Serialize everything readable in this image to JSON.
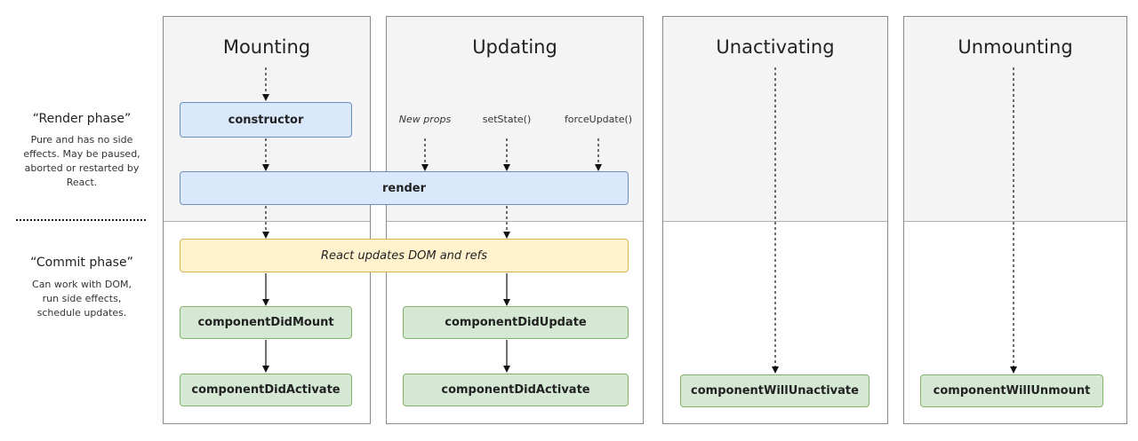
{
  "phases": {
    "render": {
      "title": "“Render phase”",
      "description": [
        "Pure and has no side",
        "effects. May be paused,",
        "aborted or restarted by",
        "React."
      ]
    },
    "commit": {
      "title": "“Commit phase”",
      "description": [
        "Can work with DOM,",
        "run side effects,",
        "schedule updates."
      ]
    }
  },
  "columns": {
    "mounting": {
      "title": "Mounting"
    },
    "updating": {
      "title": "Updating"
    },
    "unactivating": {
      "title": "Unactivating"
    },
    "unmounting": {
      "title": "Unmounting"
    }
  },
  "triggers": {
    "new_props": "New props",
    "set_state": "setState()",
    "force_update": "forceUpdate()"
  },
  "boxes": {
    "constructor": "constructor",
    "render": "render",
    "react_updates": "React updates DOM and refs",
    "component_did_mount": "componentDidMount",
    "component_did_activate_mount": "componentDidActivate",
    "component_did_update": "componentDidUpdate",
    "component_did_activate_update": "componentDidActivate",
    "component_will_unactivate": "componentWillUnactivate",
    "component_will_unmount": "componentWillUnmount"
  },
  "colors": {
    "blue_fill": "#dae8fc",
    "green_fill": "#d5e8d4",
    "yellow_fill": "#fff2cc",
    "render_area": "#f4f4f4"
  }
}
